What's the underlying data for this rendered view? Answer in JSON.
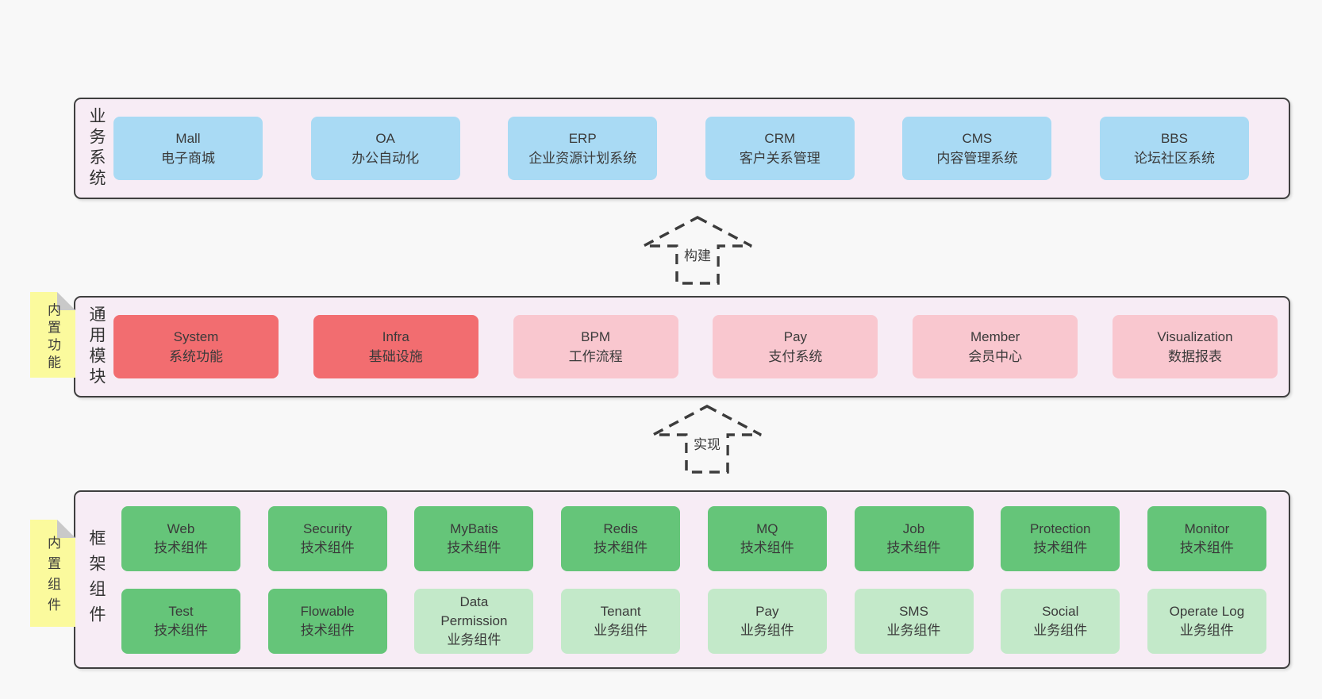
{
  "palette": {
    "page_bg": "#f8f8f8",
    "band_bg": "#f7ecf5",
    "band_border": "#3f3f3f",
    "blue_box": "#a9daf4",
    "red_box": "#f26d70",
    "pink_box": "#f9c7cf",
    "green_box": "#65c579",
    "light_green_box": "#c3e9c9",
    "sticky_note": "#fbfa9d",
    "note_fold": "#c9c9c9",
    "text": "#3a3a3a"
  },
  "band1": {
    "label": "业务系统",
    "boxes": [
      {
        "en": "Mall",
        "zh": "电子商城"
      },
      {
        "en": "OA",
        "zh": "办公自动化"
      },
      {
        "en": "ERP",
        "zh": "企业资源计划系统"
      },
      {
        "en": "CRM",
        "zh": "客户关系管理"
      },
      {
        "en": "CMS",
        "zh": "内容管理系统"
      },
      {
        "en": "BBS",
        "zh": "论坛社区系统"
      }
    ]
  },
  "arrow1": {
    "label": "构建"
  },
  "band2": {
    "label": "通用模块",
    "note": "内置功能",
    "boxes": [
      {
        "en": "System",
        "zh": "系统功能"
      },
      {
        "en": "Infra",
        "zh": "基础设施"
      },
      {
        "en": "BPM",
        "zh": "工作流程"
      },
      {
        "en": "Pay",
        "zh": "支付系统"
      },
      {
        "en": "Member",
        "zh": "会员中心"
      },
      {
        "en": "Visualization",
        "zh": "数据报表"
      }
    ]
  },
  "arrow2": {
    "label": "实现"
  },
  "band3": {
    "label": "框架组件",
    "note": "内置组件",
    "row1": [
      {
        "en": "Web",
        "zh": "技术组件"
      },
      {
        "en": "Security",
        "zh": "技术组件"
      },
      {
        "en": "MyBatis",
        "zh": "技术组件"
      },
      {
        "en": "Redis",
        "zh": "技术组件"
      },
      {
        "en": "MQ",
        "zh": "技术组件"
      },
      {
        "en": "Job",
        "zh": "技术组件"
      },
      {
        "en": "Protection",
        "zh": "技术组件"
      },
      {
        "en": "Monitor",
        "zh": "技术组件"
      }
    ],
    "row2": [
      {
        "en": "Test",
        "zh": "技术组件"
      },
      {
        "en": "Flowable",
        "zh": "技术组件"
      },
      {
        "en": "Data Permission",
        "zh": "业务组件"
      },
      {
        "en": "Tenant",
        "zh": "业务组件"
      },
      {
        "en": "Pay",
        "zh": "业务组件"
      },
      {
        "en": "SMS",
        "zh": "业务组件"
      },
      {
        "en": "Social",
        "zh": "业务组件"
      },
      {
        "en": "Operate Log",
        "zh": "业务组件"
      }
    ]
  }
}
